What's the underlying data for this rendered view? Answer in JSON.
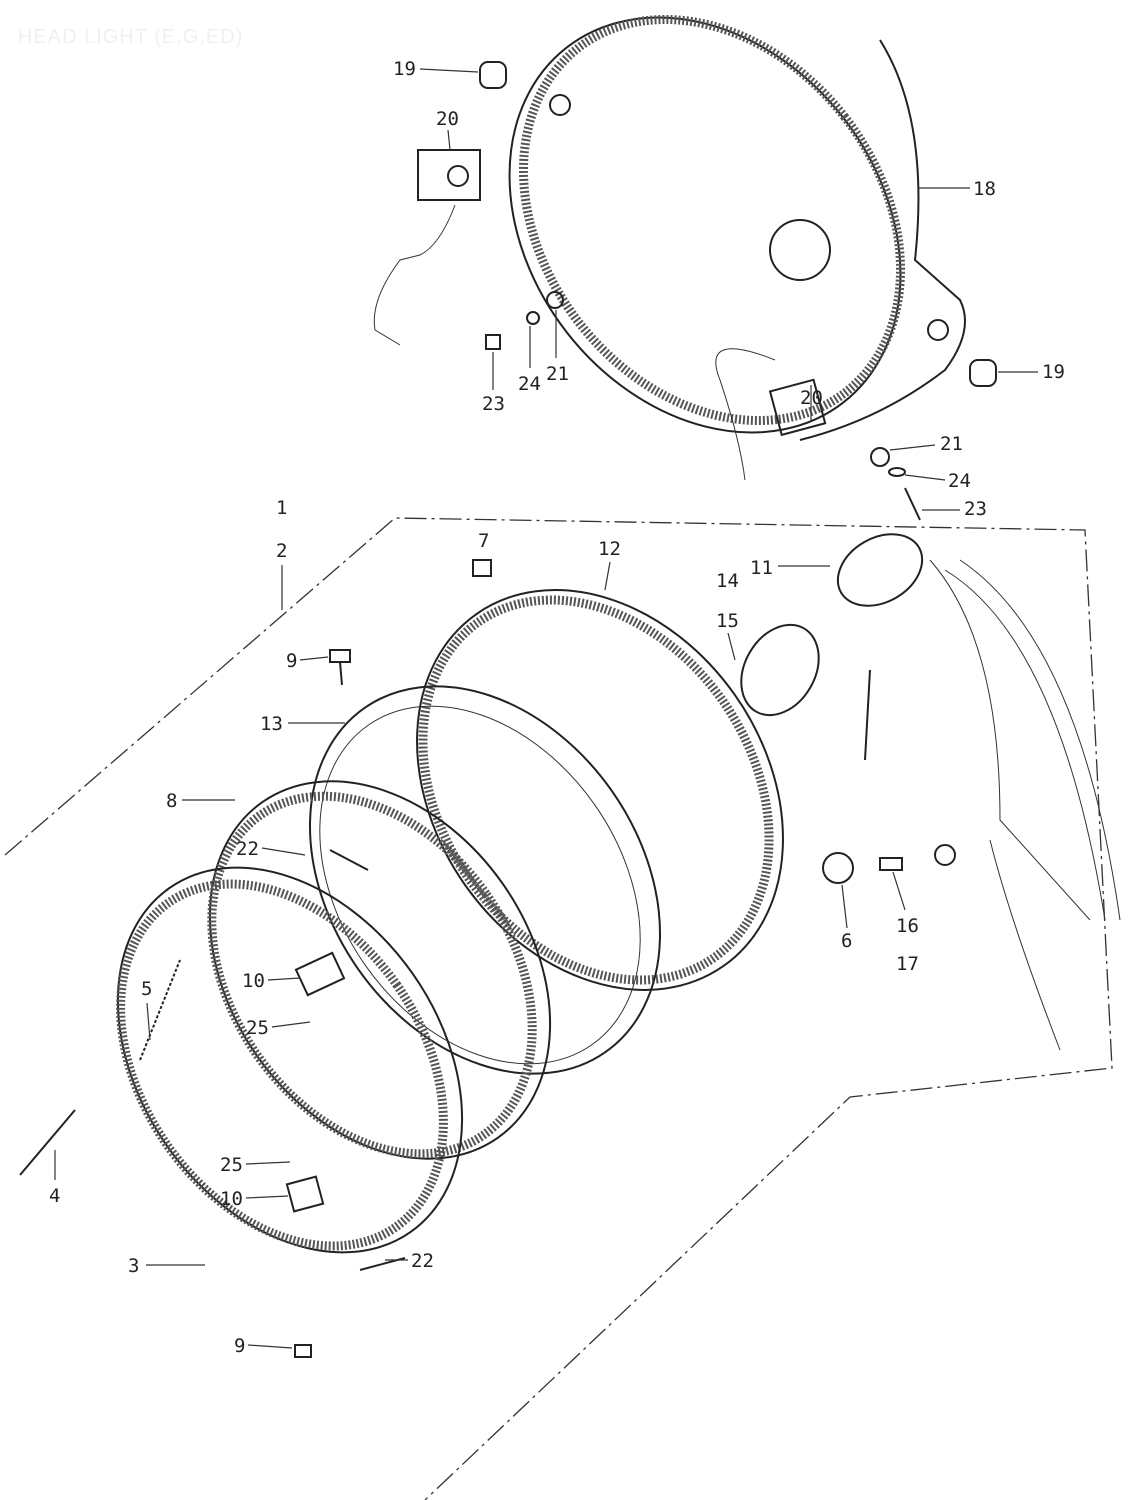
{
  "title": "HEAD LIGHT (E,G,ED)",
  "callouts": [
    "19",
    "20",
    "18",
    "23",
    "24",
    "21",
    "19",
    "20",
    "21",
    "24",
    "23",
    "1",
    "2",
    "7",
    "12",
    "11",
    "14",
    "15",
    "9",
    "13",
    "8",
    "22",
    "6",
    "16",
    "17",
    "10",
    "5",
    "25",
    "4",
    "25",
    "10",
    "3",
    "22",
    "9"
  ]
}
